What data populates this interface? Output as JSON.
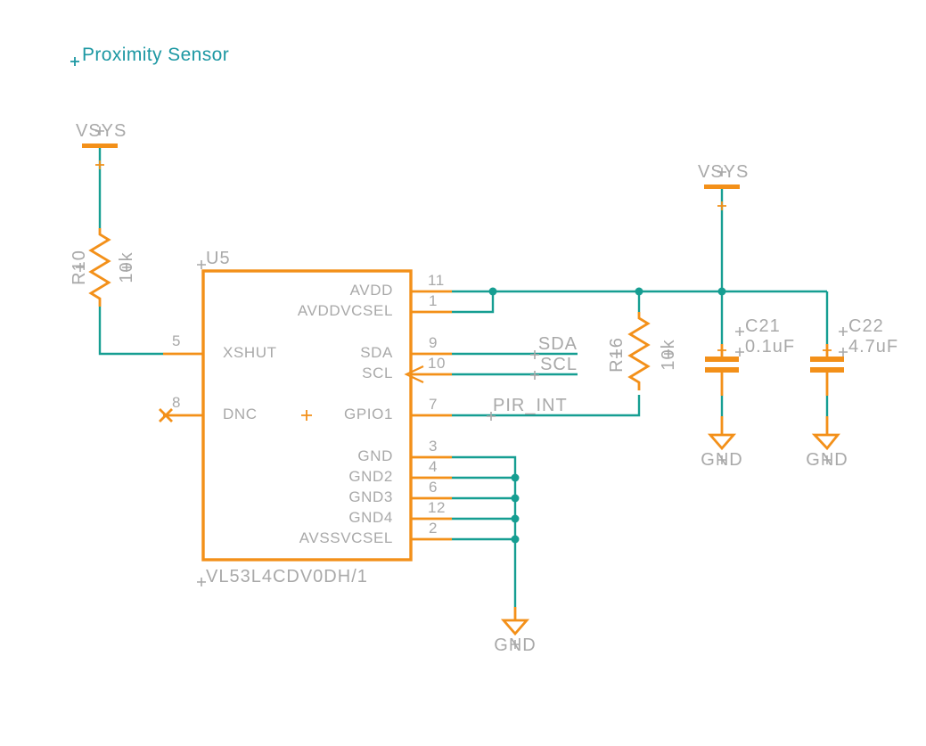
{
  "title": "Proximity Sensor",
  "colors": {
    "symbol": "#F39019",
    "net": "#169E92",
    "text": "#A9A9A9",
    "title": "#1D98A3",
    "background": "#FFFFFF"
  },
  "power": {
    "vsys": "VSYS",
    "gnd": "GND"
  },
  "nets": {
    "sda": "SDA",
    "scl": "SCL",
    "pir_int": "PIR_INT"
  },
  "ic": {
    "refdes": "U5",
    "value": "VL53L4CDV0DH/1",
    "left_pins": [
      {
        "number": "5",
        "name": "XSHUT"
      },
      {
        "number": "8",
        "name": "DNC"
      }
    ],
    "right_pins": [
      {
        "number": "11",
        "name": "AVDD"
      },
      {
        "number": "1",
        "name": "AVDDVCSEL"
      },
      {
        "number": "9",
        "name": "SDA"
      },
      {
        "number": "10",
        "name": "SCL"
      },
      {
        "number": "7",
        "name": "GPIO1"
      },
      {
        "number": "3",
        "name": "GND"
      },
      {
        "number": "4",
        "name": "GND2"
      },
      {
        "number": "6",
        "name": "GND3"
      },
      {
        "number": "12",
        "name": "GND4"
      },
      {
        "number": "2",
        "name": "AVSSVCSEL"
      }
    ]
  },
  "resistors": [
    {
      "refdes": "R10",
      "value": "10k"
    },
    {
      "refdes": "R16",
      "value": "10k"
    }
  ],
  "capacitors": [
    {
      "refdes": "C21",
      "value": "0.1uF"
    },
    {
      "refdes": "C22",
      "value": "4.7uF"
    }
  ]
}
